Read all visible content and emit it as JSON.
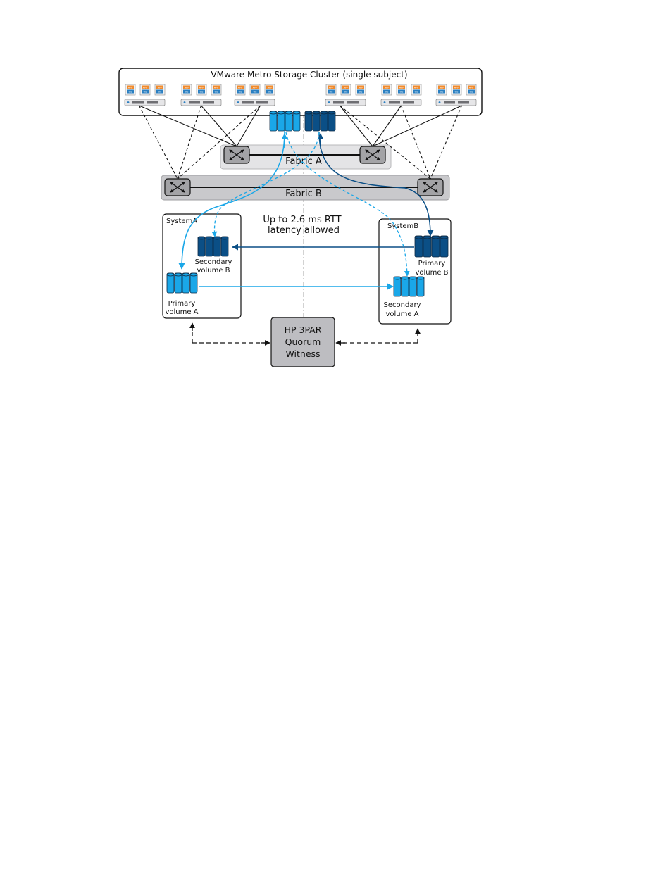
{
  "cluster": {
    "title": "VMware Metro Storage Cluster (single subject)"
  },
  "vm": {
    "app": "APP",
    "os": "OS"
  },
  "fabrics": {
    "a": "Fabric A",
    "b": "Fabric B"
  },
  "latency": {
    "line1": "Up to 2.6 ms RTT",
    "line2": "latency allowed"
  },
  "system_a": {
    "label": "SystemA",
    "primary": [
      "Primary",
      "volume A"
    ],
    "secondary": [
      "Secondary",
      "volume B"
    ]
  },
  "system_b": {
    "label": "SystemB",
    "primary": [
      "Primary",
      "volume B"
    ],
    "secondary": [
      "Secondary",
      "volume A"
    ]
  },
  "quorum": {
    "lines": [
      "HP 3PAR",
      "Quorum",
      "Witness"
    ]
  },
  "colors": {
    "light_blue": "#1aa7e8",
    "dark_blue": "#0b4f86",
    "fabric_a_fill": "#e4e4e6",
    "fabric_b_fill": "#c9c9cc",
    "quorum_fill": "#bdbdc1",
    "vm_orange": "#f08a2c",
    "vm_blue": "#2a7fc1"
  },
  "icons": {
    "vm": "virtual-machine-icon",
    "server": "server-icon",
    "switch": "fc-switch-icon",
    "volume": "storage-volume-icon"
  }
}
